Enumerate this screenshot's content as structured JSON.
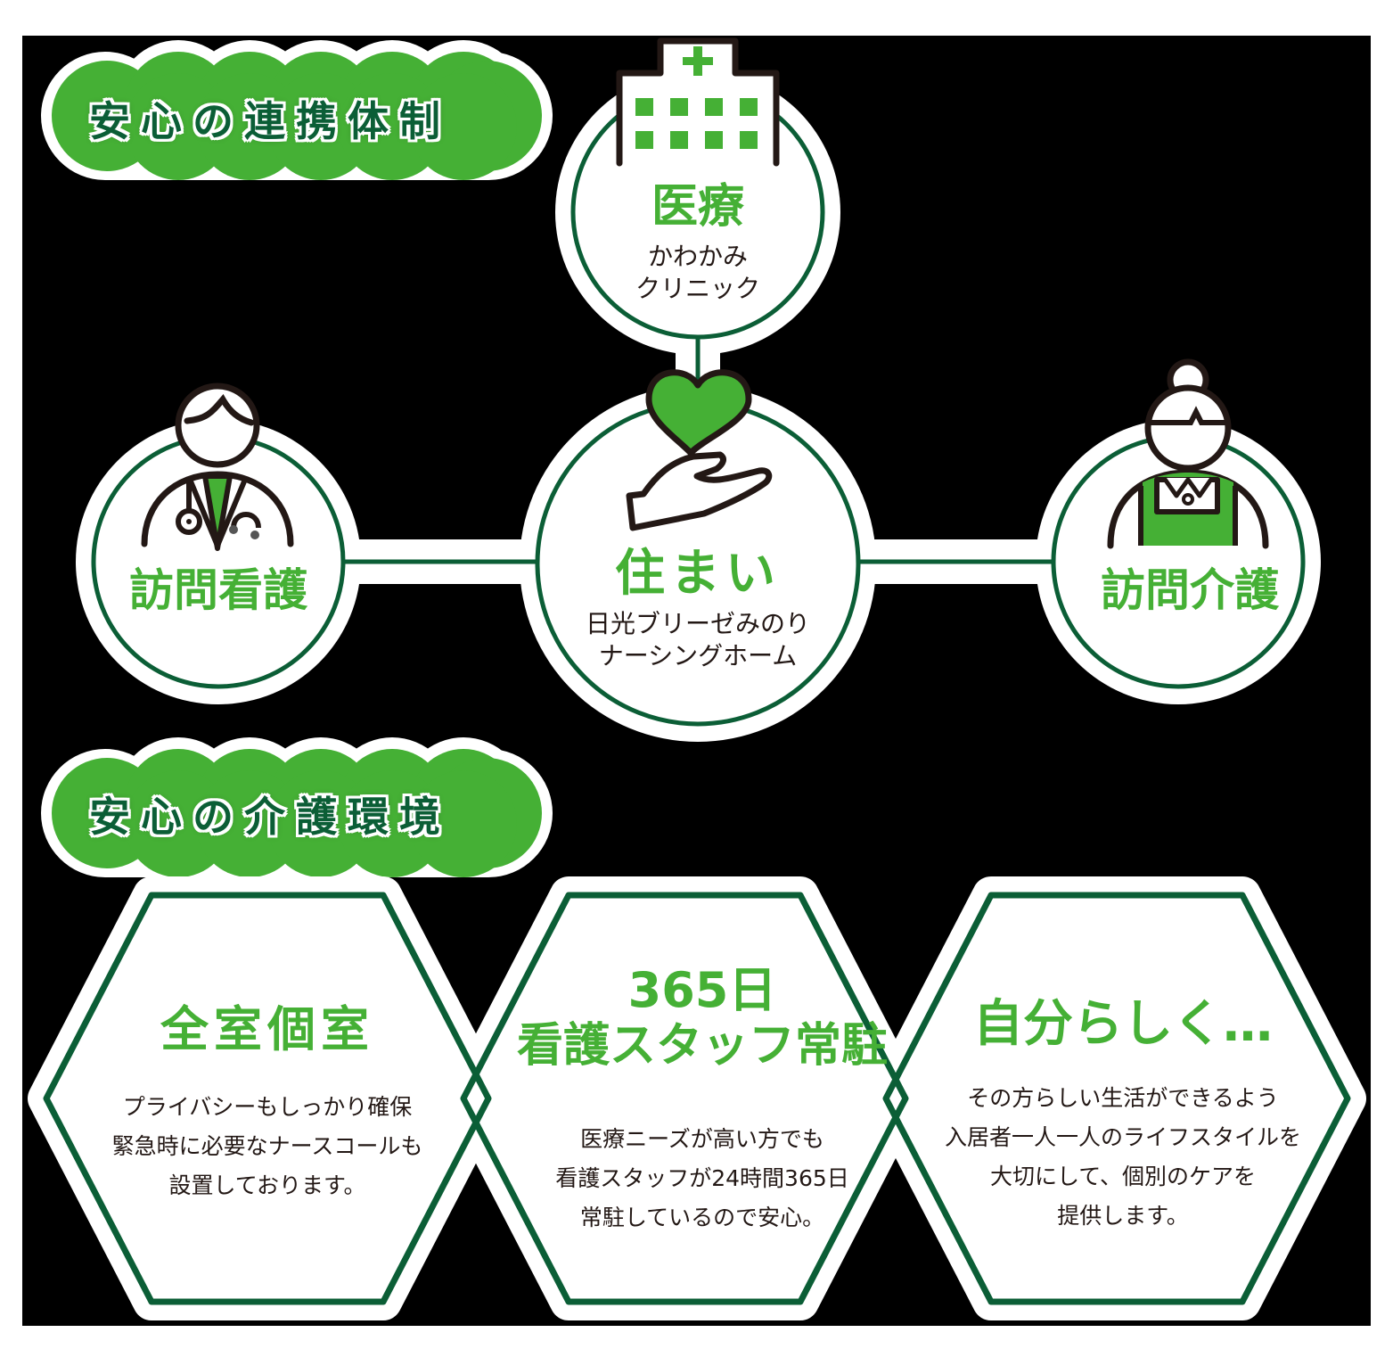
{
  "colors": {
    "accent_green": "#45b035",
    "dark_green": "#0b5e36",
    "text_dark": "#231815",
    "background": "#000000",
    "panel": "#ffffff"
  },
  "section1": {
    "badge_title": "安心の連携体制",
    "nodes": {
      "top": {
        "icon": "hospital-icon",
        "title": "医療",
        "line1": "かわかみ",
        "line2": "クリニック"
      },
      "center": {
        "icon": "heart-hand-icon",
        "title": "住まい",
        "line1": "日光ブリーゼみのり",
        "line2": "ナーシングホーム"
      },
      "left": {
        "icon": "doctor-icon",
        "title": "訪問看護"
      },
      "right": {
        "icon": "caregiver-icon",
        "title": "訪問介護"
      }
    }
  },
  "section2": {
    "badge_title": "安心の介護環境",
    "cards": [
      {
        "title_line1": "全室個室",
        "title_line2": "",
        "body": [
          "プライバシーもしっかり確保",
          "緊急時に必要なナースコールも",
          "設置しております。"
        ]
      },
      {
        "title_line1": "365日",
        "title_line2": "看護スタッフ常駐",
        "body": [
          "医療ニーズが高い方でも",
          "看護スタッフが24時間365日",
          "常駐しているので安心。"
        ]
      },
      {
        "title_line1": "自分らしく…",
        "title_line2": "",
        "body": [
          "その方らしい生活ができるよう",
          "入居者一人一人のライフスタイルを",
          "大切にして、個別のケアを",
          "提供します。"
        ]
      }
    ]
  }
}
